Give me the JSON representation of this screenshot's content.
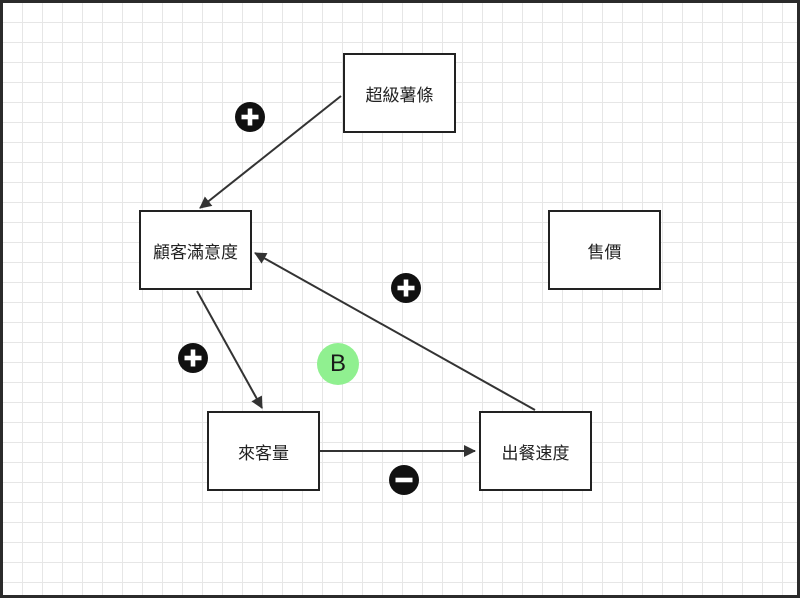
{
  "nodes": {
    "super_fries": "超級薯條",
    "customer_satisfaction": "顧客滿意度",
    "price": "售價",
    "customer_traffic": "來客量",
    "serving_speed": "出餐速度"
  },
  "loop_label": "B",
  "colors": {
    "line": "#333333",
    "sign": "#111111",
    "loop_badge": "#90f090"
  },
  "links": [
    {
      "from": "super_fries",
      "to": "customer_satisfaction",
      "polarity": "+"
    },
    {
      "from": "customer_satisfaction",
      "to": "customer_traffic",
      "polarity": "+"
    },
    {
      "from": "customer_traffic",
      "to": "serving_speed",
      "polarity": "-"
    },
    {
      "from": "serving_speed",
      "to": "customer_satisfaction",
      "polarity": "+"
    }
  ]
}
